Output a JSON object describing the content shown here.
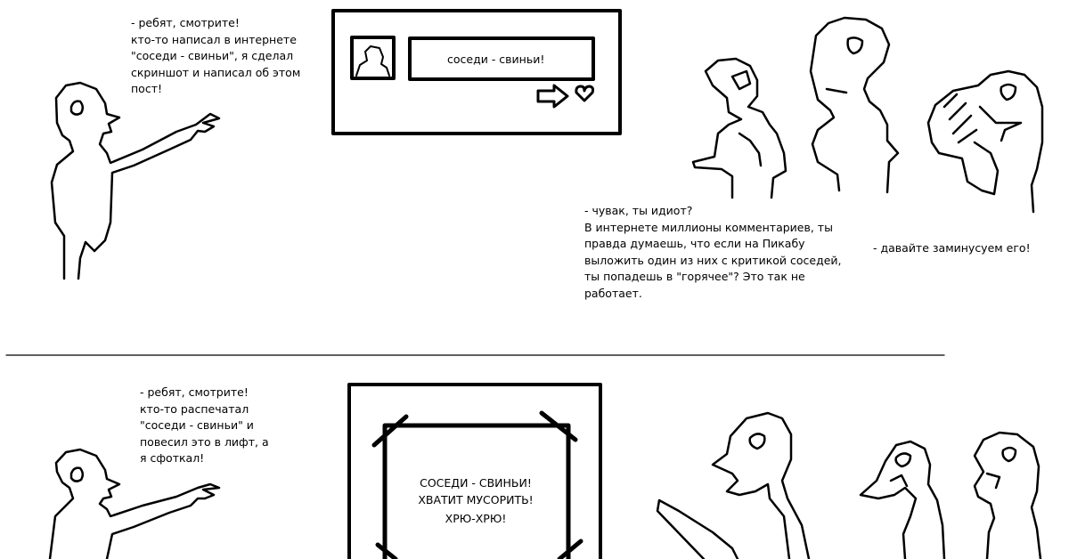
{
  "top_panel": {
    "speech_intro": [
      "- ребят, смотрите!",
      "кто-то написал в интернете",
      "\"соседи - свиньи\", я сделал",
      "скриншот и написал об этом",
      "пост!"
    ],
    "post_comment_text": "соседи - свиньи!",
    "reply_speech": [
      "- чувак, ты идиот?",
      "В интернете миллионы комментариев, ты",
      "правда думаешь, что если на Пикабу",
      "выложить один из них с критикой соседей,",
      "ты попадешь в \"горячее\"? Это так не",
      "работает."
    ],
    "minus_speech": "- давайте заминусуем его!"
  },
  "bottom_panel": {
    "speech_intro": [
      "- ребят, смотрите!",
      "кто-то распечатал",
      "\"соседи - свиньи\" и",
      "повесил это в лифт, а",
      "я сфоткал!"
    ],
    "poster_lines": [
      "СОСЕДИ - СВИНЬИ!",
      "ХВАТИТ МУСОРИТЬ!",
      "ХРЮ-ХРЮ!"
    ]
  }
}
